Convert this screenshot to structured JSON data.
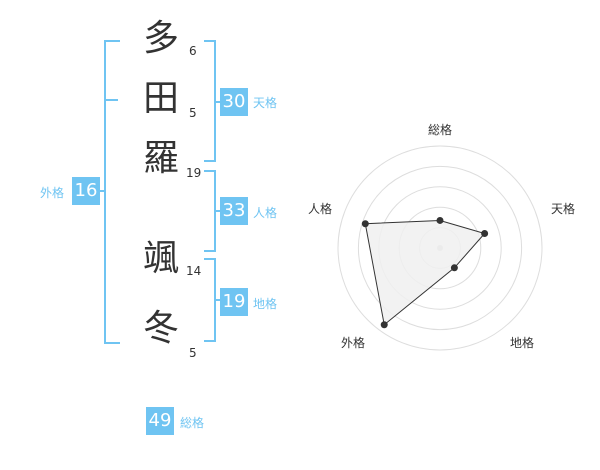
{
  "name": {
    "characters": [
      {
        "char": "多",
        "strokes": "6"
      },
      {
        "char": "田",
        "strokes": "5"
      },
      {
        "char": "羅",
        "strokes": "19"
      },
      {
        "char": "颯",
        "strokes": "14"
      },
      {
        "char": "冬",
        "strokes": "5"
      }
    ]
  },
  "scores": {
    "tenkaku": {
      "value": "30",
      "label": "天格"
    },
    "jinkaku": {
      "value": "33",
      "label": "人格"
    },
    "chikaku": {
      "value": "19",
      "label": "地格"
    },
    "gaikaku": {
      "value": "16",
      "label": "外格"
    },
    "soukaku": {
      "value": "49",
      "label": "総格"
    }
  },
  "radar": {
    "axes": [
      "総格",
      "天格",
      "地格",
      "外格",
      "人格"
    ],
    "values": [
      0.27,
      0.46,
      0.24,
      0.93,
      0.77
    ],
    "accent": "#6fc4f2",
    "fill": "#f0f0f0",
    "ring_color": "#dddddd"
  }
}
